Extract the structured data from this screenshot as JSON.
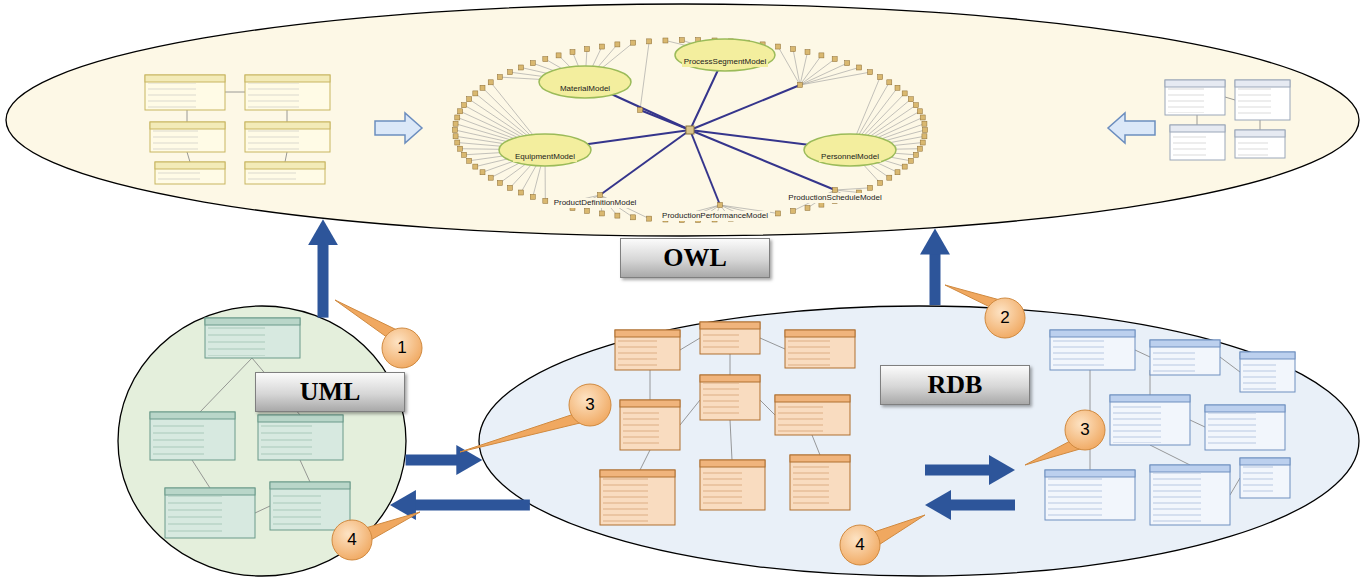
{
  "diagram": {
    "nodes": [
      {
        "text": [
          "OWL"
        ]
      },
      {
        "text": [
          "UML"
        ]
      },
      {
        "text": [
          "RDB"
        ]
      }
    ],
    "edges": [
      {
        "from": 1,
        "to": 0,
        "arrow": "to"
      },
      {
        "from": 2,
        "to": 0,
        "arrow": "to"
      },
      {
        "from": 1,
        "to": 2,
        "arrow": "to"
      },
      {
        "from": 2,
        "to": 1,
        "arrow": "to"
      }
    ],
    "labels": [
      "1",
      "2",
      "3",
      "4",
      "3",
      "4",
      "MaterialModel",
      "ProcessSegmentModel",
      "EquipmentModel",
      "PersonnelModel",
      "ProductDefinitionModel",
      "ProductionPerformanceModel",
      "ProductionScheduleModel"
    ]
  }
}
